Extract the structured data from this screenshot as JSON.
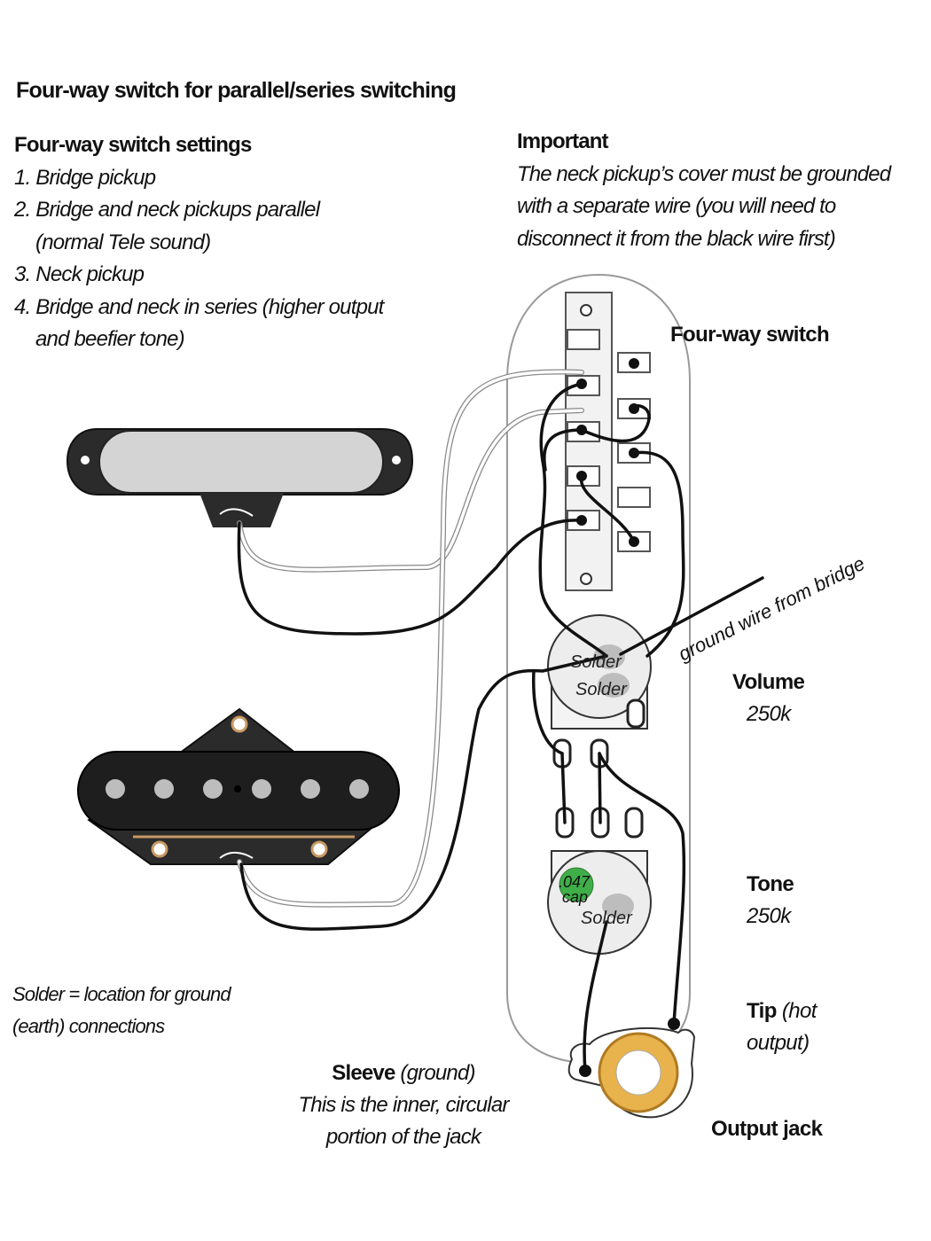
{
  "title": "Four-way switch for parallel/series switching",
  "settings": {
    "heading": "Four-way switch settings",
    "items": [
      "1. Bridge pickup",
      "2. Bridge and neck pickups parallel",
      "(normal Tele sound)",
      "3. Neck pickup",
      "4. Bridge and neck in series (higher output",
      "and beefier tone)"
    ]
  },
  "important": {
    "heading": "Important",
    "lines": [
      "The neck pickup’s cover must be grounded",
      "with a separate wire (you will need to",
      "disconnect it from the black wire first)"
    ]
  },
  "labels": {
    "switch": "Four-way switch",
    "ground_wire": "ground wire from bridge",
    "volume": "Volume",
    "volume_value": "250k",
    "tone": "Tone",
    "tone_value": "250k",
    "tip": "Tip",
    "tip_note_1": "(hot",
    "tip_note_2": "output)",
    "jack": "Output jack",
    "solder": "Solder",
    "cap_value": ".047",
    "cap_unit": "cap"
  },
  "legend": {
    "line1": "Solder = location for ground",
    "line2": "(earth) connections"
  },
  "sleeve": {
    "heading": "Sleeve",
    "note": "(ground)",
    "line1": "This is the inner, circular",
    "line2": "portion of the jack"
  },
  "colors": {
    "wire_hot": "#111111",
    "wire_white": "#ffffff",
    "cap_green": "#3fae49",
    "jack_ring": "#e8b34c",
    "solder_gray": "#bdbdbd"
  }
}
